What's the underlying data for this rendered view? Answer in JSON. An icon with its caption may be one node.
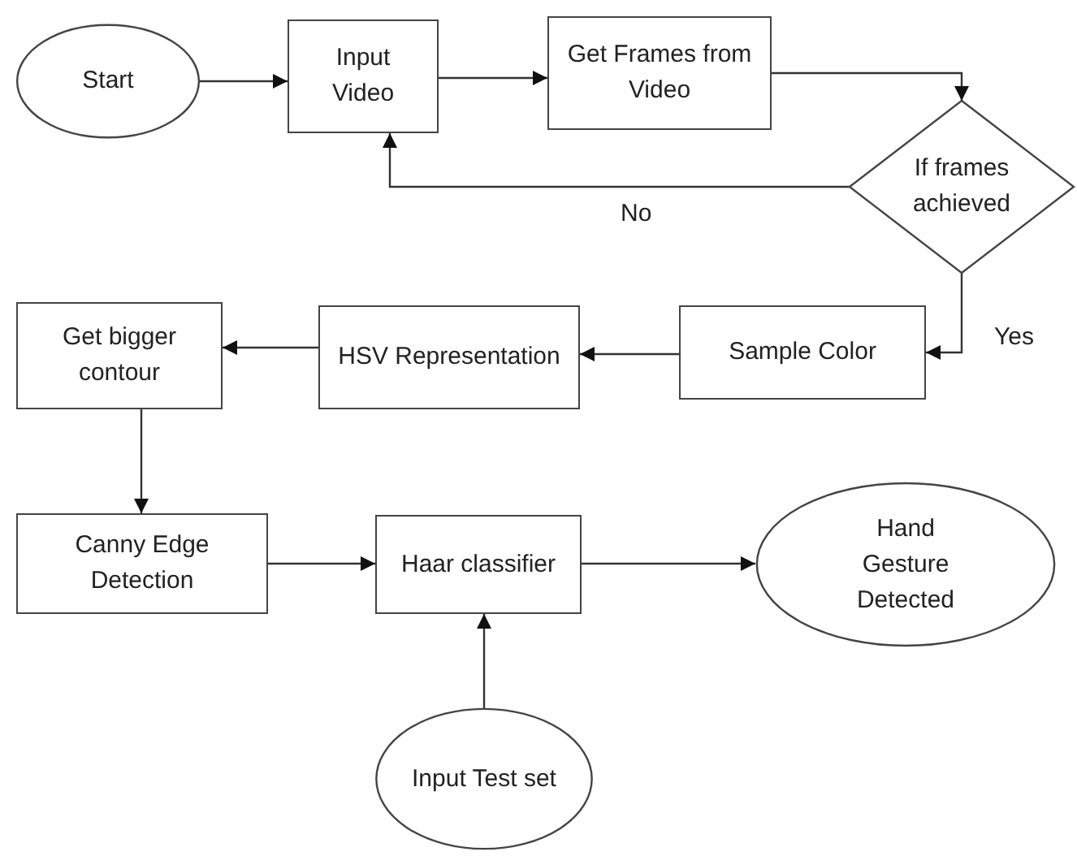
{
  "diagram": {
    "nodes": [
      {
        "text": [
          "Start"
        ]
      },
      {
        "text": [
          "Input Video"
        ]
      },
      {
        "text": [
          "Get Frames from Video"
        ]
      },
      {
        "text": [
          "If frames achieved"
        ]
      },
      {
        "text": [
          "Sample Color"
        ]
      },
      {
        "text": [
          "HSV Representation"
        ]
      },
      {
        "text": [
          "Get bigger contour"
        ]
      },
      {
        "text": [
          "Canny Edge Detection"
        ]
      },
      {
        "text": [
          "Haar classifier"
        ]
      },
      {
        "text": [
          "Hand Gesture Detected"
        ]
      },
      {
        "text": [
          "Input Test set"
        ]
      }
    ],
    "edges": [
      {
        "from": 0,
        "to": 1,
        "arrow": "to"
      },
      {
        "from": 1,
        "to": 2,
        "arrow": "to"
      },
      {
        "from": 2,
        "to": 3,
        "arrow": "to"
      },
      {
        "from": 3,
        "to": 1,
        "arrow": "to",
        "label": "No"
      },
      {
        "from": 3,
        "to": 4,
        "arrow": "to",
        "label": "Yes"
      },
      {
        "from": 4,
        "to": 5,
        "arrow": "to"
      },
      {
        "from": 5,
        "to": 6,
        "arrow": "to"
      },
      {
        "from": 6,
        "to": 7,
        "arrow": "to"
      },
      {
        "from": 7,
        "to": 8,
        "arrow": "to"
      },
      {
        "from": 8,
        "to": 9,
        "arrow": "to"
      },
      {
        "from": 10,
        "to": 8,
        "arrow": "to"
      }
    ]
  }
}
